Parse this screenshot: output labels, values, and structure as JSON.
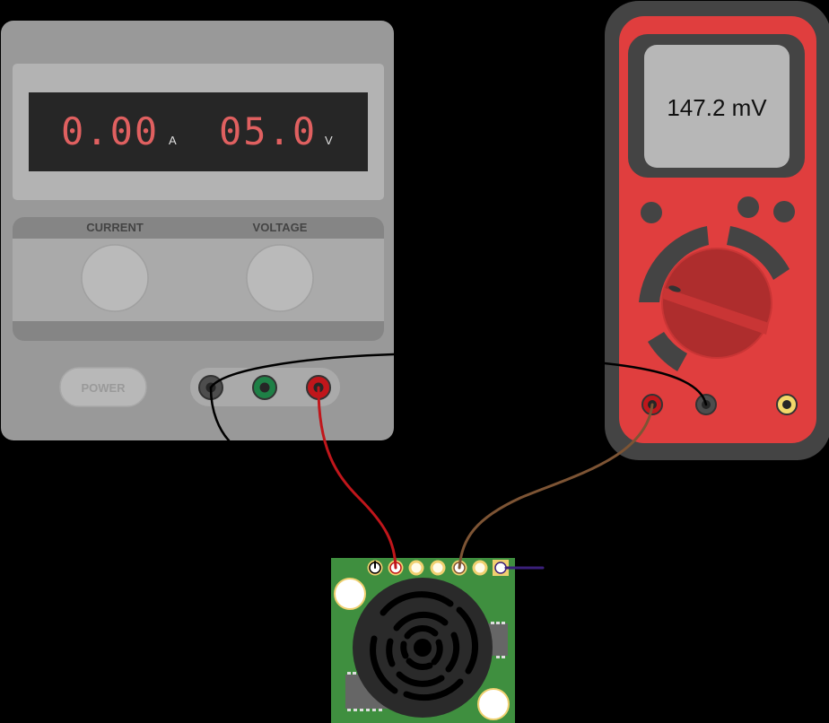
{
  "power_supply": {
    "current_reading": "0.00",
    "current_unit": "A",
    "voltage_reading": "05.0",
    "voltage_unit": "V",
    "current_knob_label": "CURRENT",
    "voltage_knob_label": "VOLTAGE",
    "power_button_label": "POWER",
    "terminals": [
      "negative-black",
      "ground-green",
      "positive-red"
    ]
  },
  "multimeter": {
    "display_value": "147.2 mV",
    "terminals": [
      "voltage-red",
      "common-black",
      "current-yellow"
    ]
  },
  "sensor_board": {
    "name": "ultrasonic-sensor",
    "pins": [
      {
        "id": "pin-1",
        "wire": "black"
      },
      {
        "id": "pin-2",
        "wire": "red"
      },
      {
        "id": "pin-3",
        "wire": null
      },
      {
        "id": "pin-4",
        "wire": null
      },
      {
        "id": "pin-5",
        "wire": "brown"
      },
      {
        "id": "pin-6",
        "wire": null
      },
      {
        "id": "pin-7",
        "wire": "purple"
      }
    ]
  },
  "wires": [
    {
      "color": "#000000",
      "from": "power_supply.negative",
      "to": "multimeter.common"
    },
    {
      "color": "#000000",
      "from": "power_supply.negative",
      "to": "sensor.pin-1"
    },
    {
      "color": "#c0161b",
      "from": "power_supply.positive",
      "to": "sensor.pin-2"
    },
    {
      "color": "#7d5434",
      "from": "multimeter.voltage",
      "to": "sensor.pin-5"
    },
    {
      "color": "#3a1f7a",
      "from": "sensor.pin-7",
      "to": "unconnected"
    }
  ],
  "colors": {
    "background": "#000000",
    "psu_body": "#999999",
    "psu_panel": "#b3b3b3",
    "display_bg": "#262626",
    "segment_red": "#e06060",
    "multimeter_red": "#e03e3e",
    "multimeter_dark": "#444444",
    "lcd": "#b7b7b7",
    "pcb_green": "#3f8f3f"
  }
}
